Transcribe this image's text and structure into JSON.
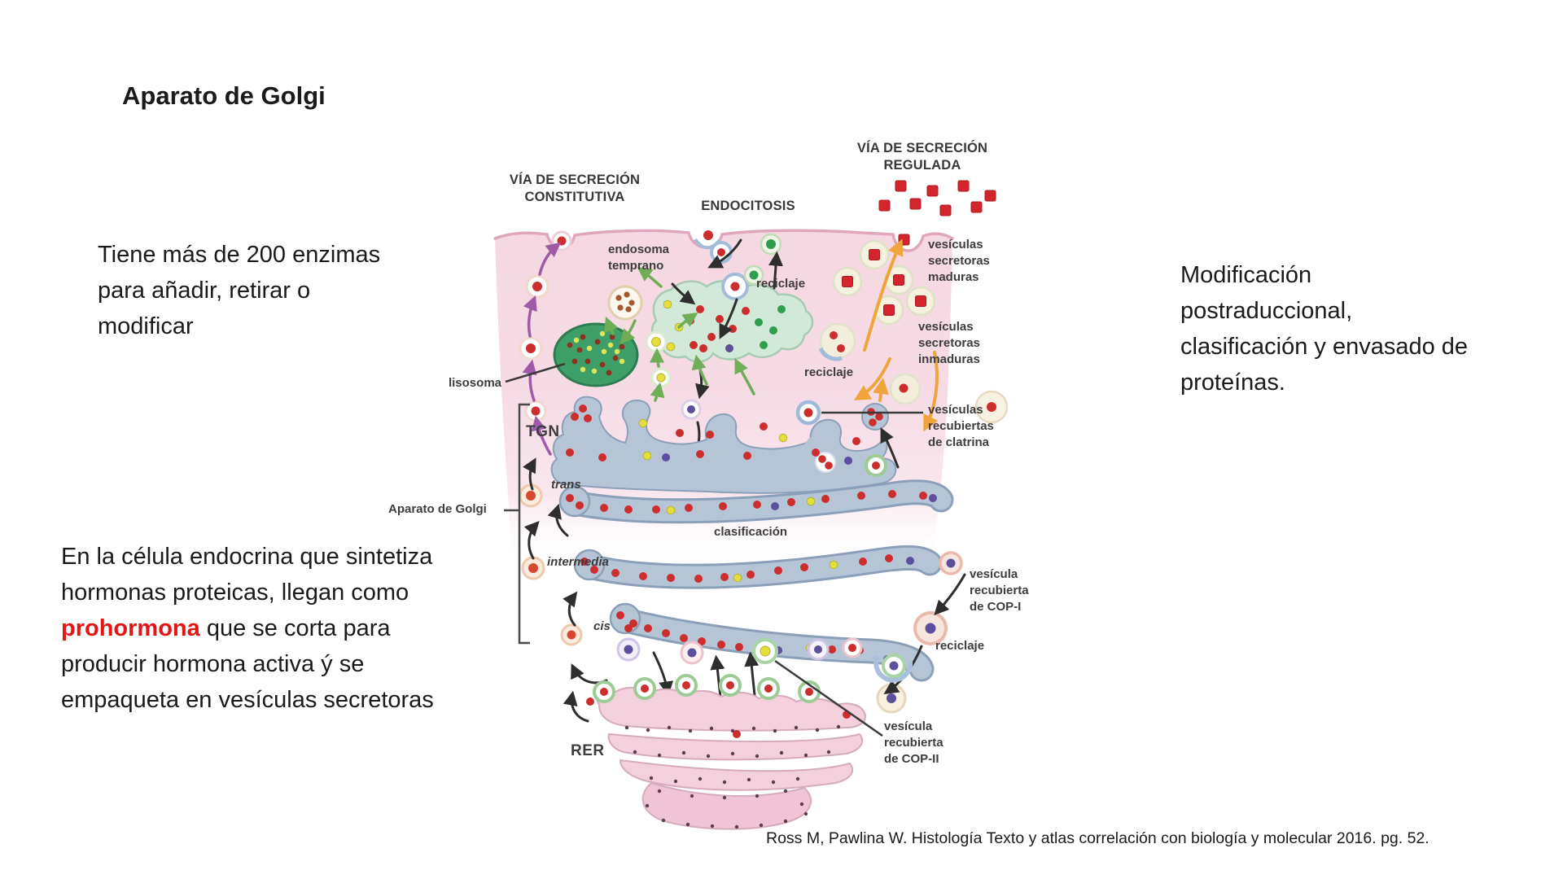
{
  "slide": {
    "title": "Aparato de Golgi",
    "note_left_top": "Tiene más de 200 enzimas\npara añadir, retirar o\nmodificar",
    "note_left_bottom_part1": "En la célula endocrina que sintetiza\nhormonas proteicas, llegan como\n",
    "note_left_bottom_highlight": "prohormona",
    "note_left_bottom_part2": " que se corta para\nproducir hormona activa ý se\nempaqueta en vesículas secretoras",
    "note_right": "Modificación\npostraduccional,\nclasificación y envasado de\nproteínas.",
    "citation": "Ross M, Pawlina W.  Histología Texto y atlas  correlación con biología y molecular 2016. pg. 52.",
    "highlight_color": "#e31515"
  },
  "diagram": {
    "pathway_headers": {
      "constitutive": "VÍA DE SECRECIÓN\nCONSTITUTIVA",
      "endocytosis": "ENDOCITOSIS",
      "regulated": "VÍA DE SECRECIÓN\nREGULADA"
    },
    "labels": {
      "early_endosome": "endosoma\ntemprano",
      "recycling_top": "reciclaje",
      "mature_secretory_vesicles": "vesículas\nsecretoras\nmaduras",
      "immature_secretory_vesicles": "vesículas\nsecretoras\ninmaduras",
      "lysosome": "lisosoma",
      "recycling_mid": "reciclaje",
      "tgn": "TGN",
      "clathrin_coated_vesicles": "vesículas\nrecubiertas\nde clatrina",
      "trans": "trans",
      "golgi_apparatus": "Aparato de Golgi",
      "sorting": "clasificación",
      "intermediate": "intermedia",
      "cop1_vesicle": "vesícula\nrecubierta\nde COP-I",
      "cis": "cis",
      "recycling_bottom": "reciclaje",
      "rer": "RER",
      "cop2_vesicle": "vesícula\nrecubierta\nde COP-II"
    },
    "colors": {
      "background_pink": "#f5d8e2",
      "membrane_line": "#e0a6be",
      "golgi_fill": "#b6c5d6",
      "golgi_stroke": "#8ba0b8",
      "endosome_fill": "#d2e8d8",
      "lysosome_fill": "#3f9f69",
      "rer_fill": "#f4cfdc",
      "vesicle_red": "#cc2d2d",
      "granule_red_square": "#d4252e",
      "dot_yellow": "#e4df3e",
      "dot_green": "#2f9e4f",
      "dot_purple": "#5c4f9c",
      "arrow_orange": "#f0a43c",
      "arrow_green": "#6fae57",
      "arrow_purple": "#a05ba8",
      "arrow_black": "#2e2e2e",
      "label_color": "#3d3d3d"
    }
  }
}
